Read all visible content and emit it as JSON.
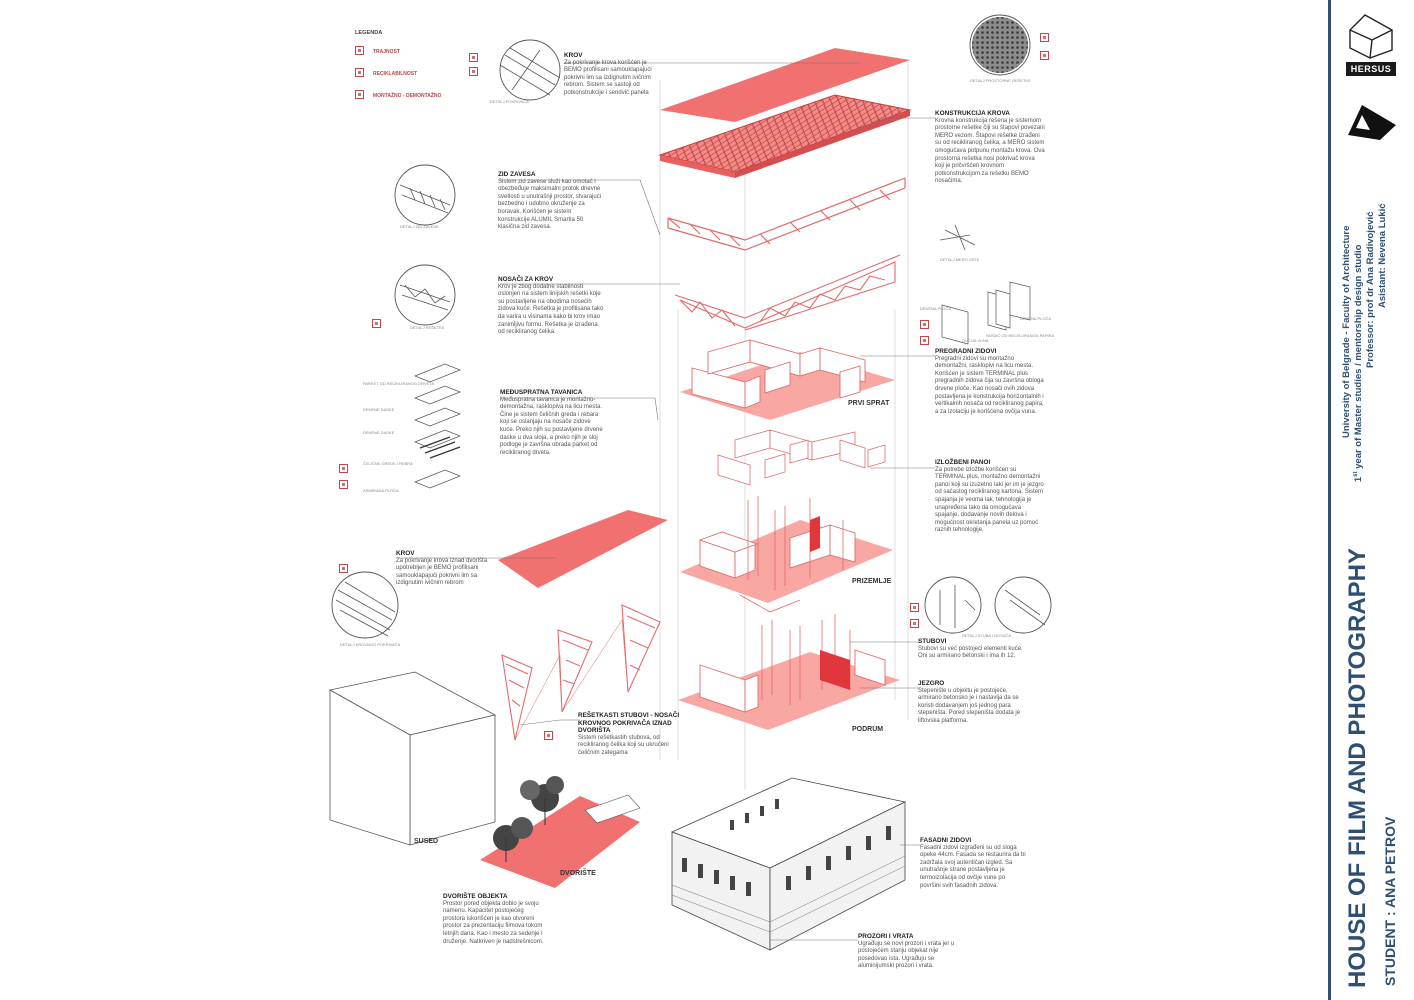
{
  "legend": {
    "title": "LEGENDA",
    "items": [
      "TRAJNOST",
      "RECIKLABILNOST",
      "MONTAŽNO - DEMONTAŽNO"
    ]
  },
  "sections": {
    "krov_top": {
      "title": "KROV",
      "body": "Za pokrivanje krova korišćen je BEMO profilisani samouklapajući pokrivni lim sa izdignutim ivičnim rebrom. Sistem se sastoji od potkonstrukcije i sendvič panela"
    },
    "konstrukcija": {
      "title": "KONSTRUKCIJA KROVA",
      "body": "Krovna konstrukcija rešena je sistemom prostorne rešetke čiji su štapovi povezani MERO vezom. Štapovi rešetke izrađeni su od recikliranog čelika, a MERO sistem omogućava potpunu montažu krova. Ova prostorna rešetka nosi pokrivač krova koji je pričvršćen krovnom potkonstrukcijom za rešetku BEMO nosačima."
    },
    "zid_zavesa": {
      "title": "ZID ZAVESA",
      "body": "Sistem zid zavese služi kao omotač i obezbeđuje maksimalni protok dnevne svetlosti u unutrašnji prostor, stvarajući bezbedno i udobno okruženje za boravak. Korišćen je sistem konstrukcije ALUMIL Smartia 50 klasična zid zavesa."
    },
    "nosaci": {
      "title": "NOSAČI ZA KROV",
      "body": "Krov je zbog dodatne stabilnosti oslonjen na sistem linijskih rešetki koje su postavljene na obodima nosećih zidova kuće. Rešetka je profilisana tako da varira u visinama kako bi krov imao zanimljivu formu. Rešetka je izrađena od recikliranog čelika."
    },
    "tavanica": {
      "title": "MEĐUSPRATNA TAVANICA",
      "body": "Međuspratna tavanica je montažno- demontažna, rasklopiva na licu mesta. Čine je sistem čeličnih greda i rebara koji se oslanjaju na nosače zidove kuće. Preko njih su postavljene drvene daske u dva sloja, a preko njih je sloj podloge je završna obrada parket od recikliranog drveta."
    },
    "pregradni": {
      "title": "PREGRADNI ZIDOVI",
      "body": "Pregradni zidovi su montažno demontažni, rasklopivi na licu mesta. Korišćen je sistem TERMINAL plus pregradnih zidova čija su završna obloga drvene ploče. Kao nosači ovih zidova postavljena je konstrukcija horizontalnih i vertikalnih nosača od recikliranog papira, a za izolaciju je korišćena ovčija vuna."
    },
    "izlozbeni": {
      "title": "IZLOŽBENI PANOI",
      "body": "Za potrebe izložbe korišćen su TERMINAL plus, montažno demontažni panoi koji su izuzetno laki jer im je jezgro od saćastog recikliranog kartona. Sistem spajanja je veoma lak, tehnologija je unapređena tako da omogućava spajanje, dodavanje novih delova i mogućnost okretanja panela uz pomoć raznih tehnologije."
    },
    "krov_dv": {
      "title": "KROV",
      "body": "Za pokrivanje krova iznad dvorišta upotrebljen je BEMO profilisani samouklapajući pokrivni lim sa izdignutim ivičnim rebrom"
    },
    "stubovi": {
      "title": "STUBOVI",
      "body": "Stubovi su već postojeći elementi kuće. Oni su armirano betonski i ima ih 12."
    },
    "jezgro": {
      "title": "JEZGRO",
      "body": "Stepenište u objektu je postojeće, armirano betonsko je i nastavlja da se koristi dodavanjem još jednog para stepeništa. Pored stepeništa dodata je liftovska platforma."
    },
    "resetkasti": {
      "title": "REŠETKASTI STUBOVI - NOSAČI KROVNOG POKRIVAČA IZNAD DVORIŠTA",
      "body": "Sistem rešetkastih stubova, od recikliranog čelika koji su ukrućeni čeličnim zategama"
    },
    "fasadni": {
      "title": "FASADNI ZIDOVI",
      "body": "Fasadni zidovi izgrađeni su od sloga opeke 44cm. Fasada se restaurira da bi zadržala svoj autentičan izgled. Sa unutrašnje strane postavljena je termoizolacija od ovčije vune po površini svih fasadnih zidova."
    },
    "dvoriste": {
      "title": "DVORIŠTE OBJEKTA",
      "body": "Prostor pored objekta dobio je svoju namenu. Kapacitet postojećeg prostora iskorišćen je kao otvoreni prostor za prezentaciju filmova tokom letnjih dana. Kao i mesto za sedenje i druženje. Natkriven je nadstrešnicom."
    },
    "prozori": {
      "title": "PROZORI I VRATA",
      "body": "Ugrađuju se novi prozori i vrata jer u postojećem stanju objekat nije posedovao ista. Ugrađuju se aluminijumski prozori i vrata."
    }
  },
  "floor_labels": {
    "prvi": "PRVI SPRAT",
    "prizemlje": "PRIZEMLJE",
    "podrum": "PODRUM",
    "sused": "SUSED",
    "dvoriste": "DVORIŠTE"
  },
  "captions": {
    "pokrivac": "DETALJ POKRIVAČA",
    "pokrivac2": "DETALJ KROVNOG POKRIVAČA",
    "prostorna": "DETALJ PROSTORNE REŠETKE",
    "zid": "DETALJ ZID ZAVESE",
    "resetka": "DETALJ REŠETKE",
    "mero": "DETALJ MERO VEZE",
    "stub": "DETALJ STUBA I NOSAČA",
    "layers": [
      "PARKET OD RECIKLIRANOG DRVETA",
      "DRVENE DASKE",
      "DRVENE DASKE",
      "ČELIČNE GREDE I REBRA",
      "ARMIRANA PLOČA"
    ],
    "wall_layers": [
      "DRVENA PLOČA",
      "NOSAČ OD RECIKLIRANOG PAPIRA",
      "OVČIJA VUNA",
      "DRVENA PLOČA"
    ]
  },
  "sidebar": {
    "logo": "HERSUS",
    "uni": "University of Belgrade - Faculty of Architecture",
    "year_num": "1",
    "year_sup": "st",
    "year_rest": " year of Master studies / mentorship design studio",
    "prof": "Professor: prof dr Ana Radivojević",
    "asist": "Asistant: Nevena Lukić",
    "title": "HOUSE OF FILM AND PHOTOGRAPHY",
    "student": "STUDENT : ANA PETROV"
  },
  "colors": {
    "accent": "#f0716f",
    "accent_light": "#f9a7a3",
    "line": "#e06b6b",
    "navy": "#2f4f72"
  }
}
